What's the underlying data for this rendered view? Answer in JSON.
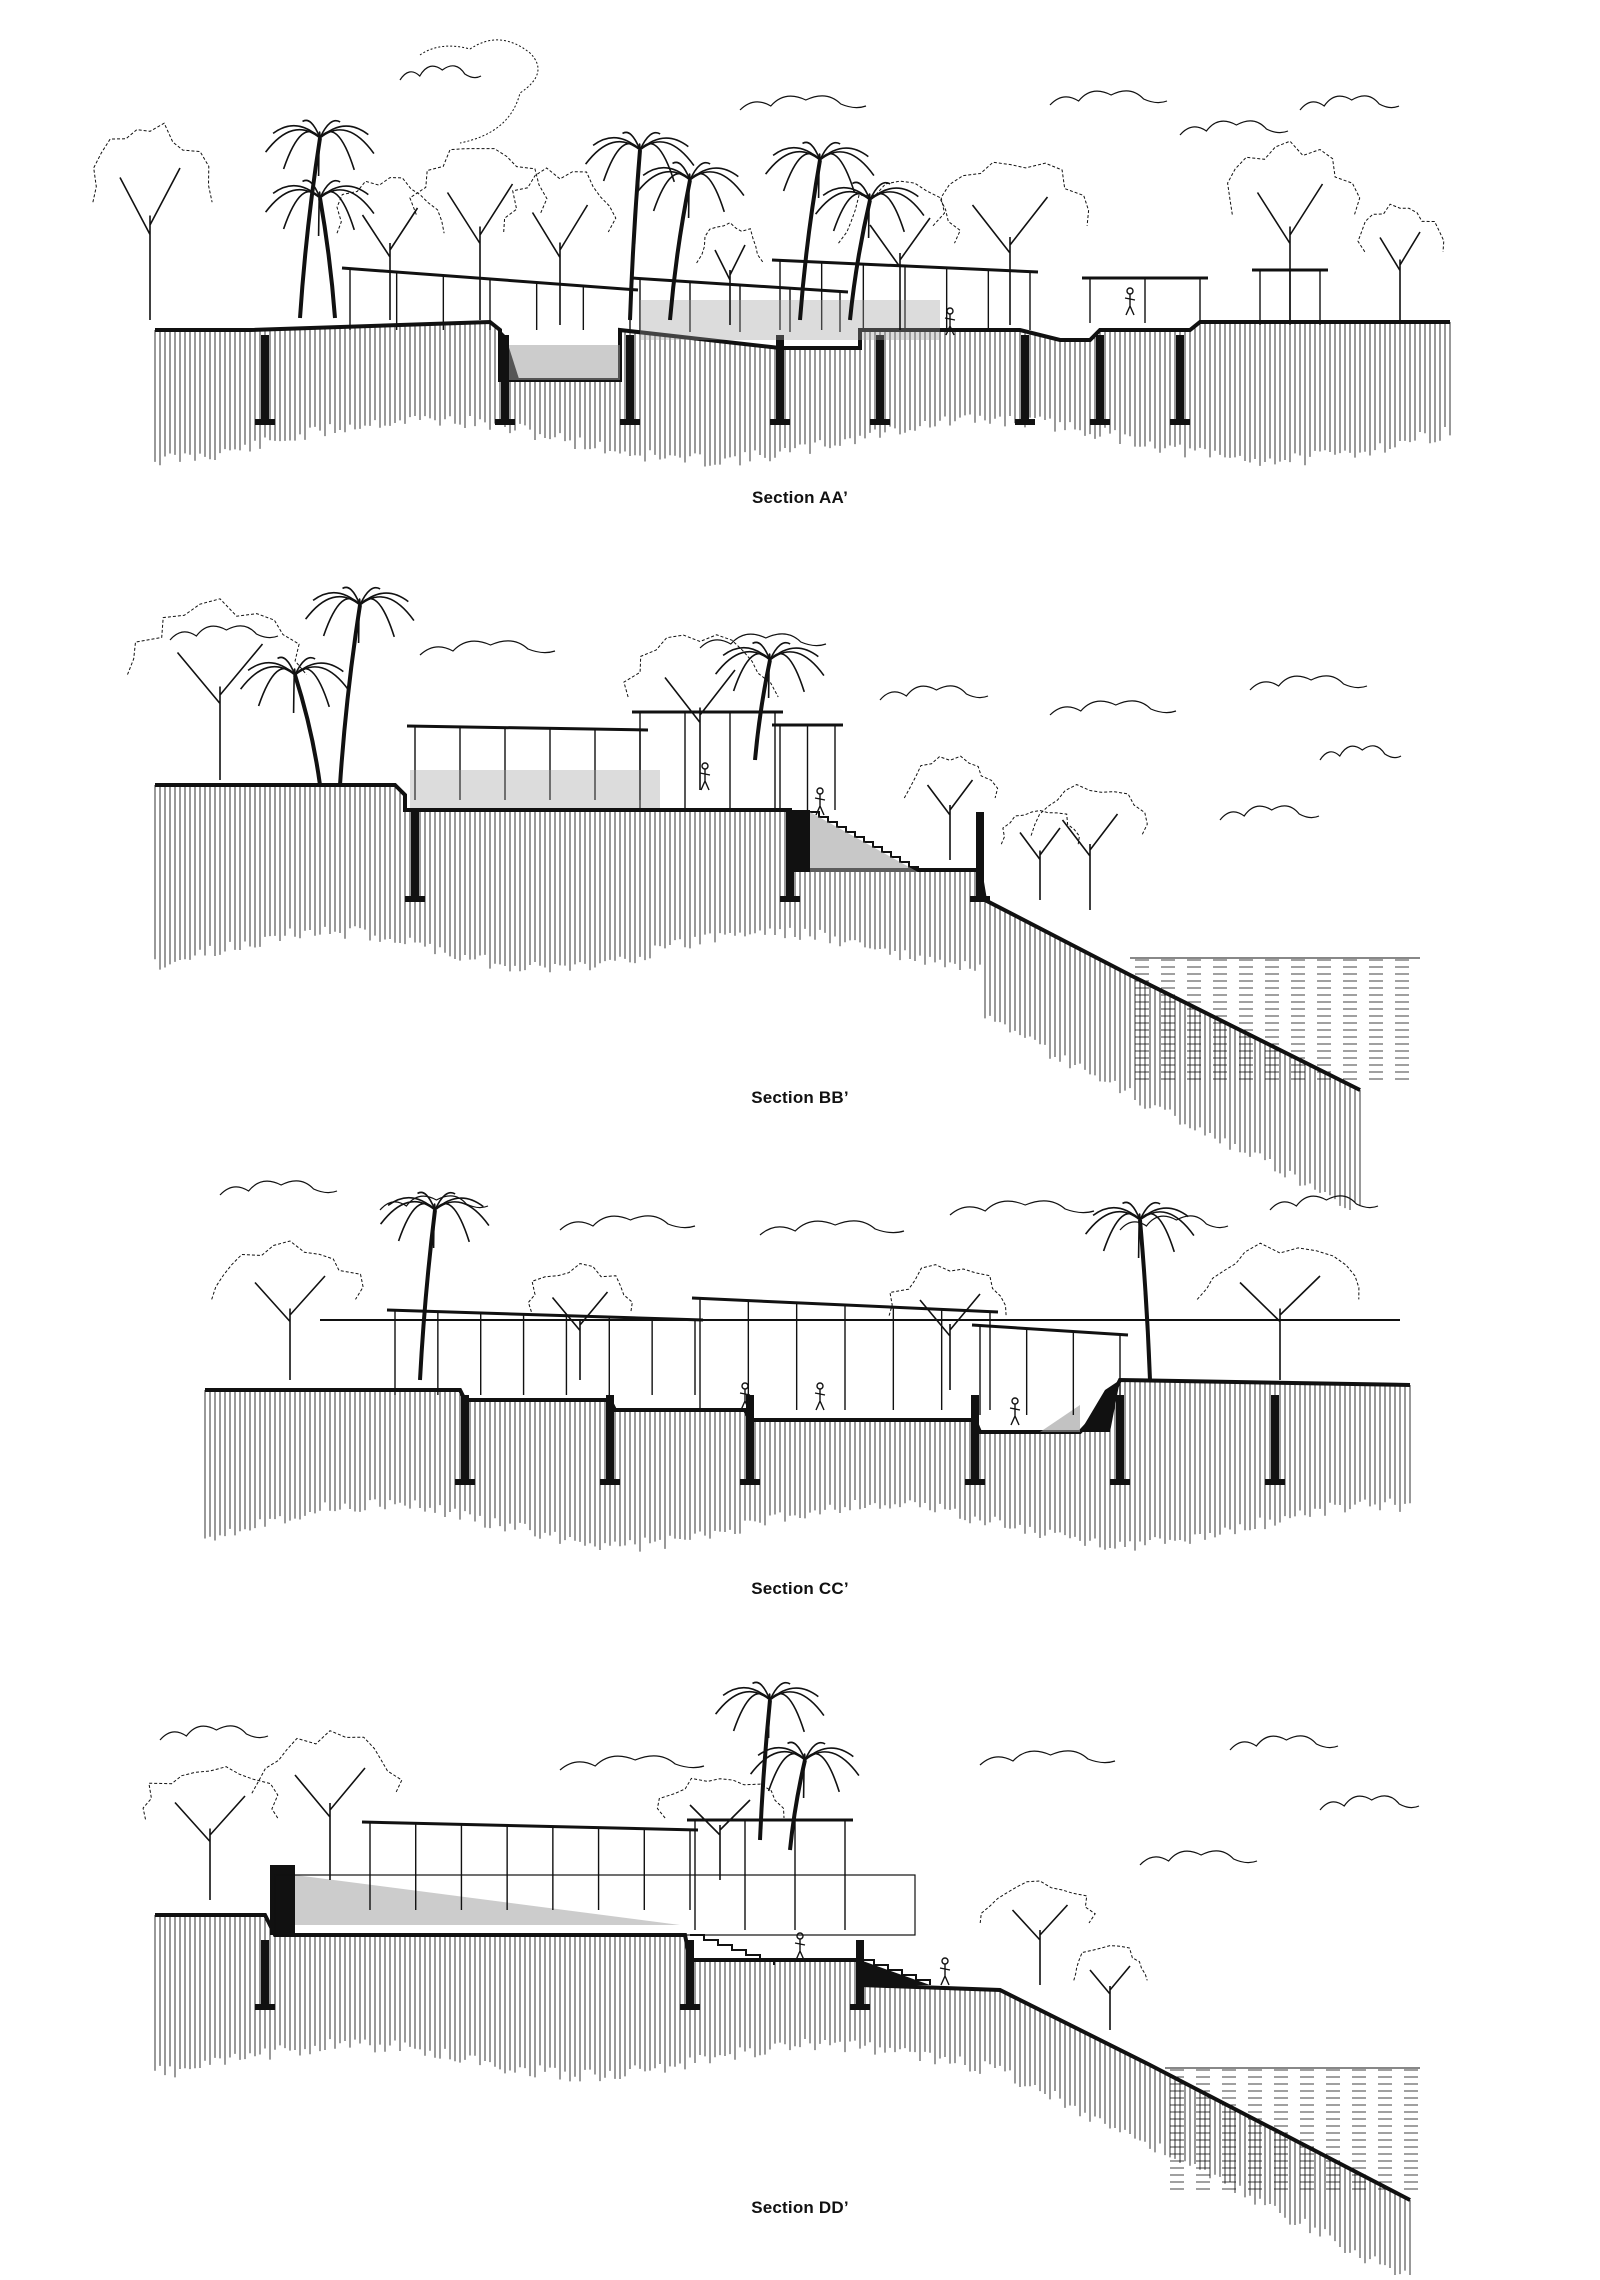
{
  "sections": [
    {
      "id": "aa",
      "label": "Section AA’",
      "has_water": false,
      "ground": "flat"
    },
    {
      "id": "bb",
      "label": "Section BB’",
      "has_water": true,
      "ground": "slope"
    },
    {
      "id": "cc",
      "label": "Section CC’",
      "has_water": false,
      "ground": "flat"
    },
    {
      "id": "dd",
      "label": "Section DD’",
      "has_water": true,
      "ground": "slope"
    }
  ],
  "colors": {
    "ink": "#111111",
    "hatch": "#333333",
    "paper": "#ffffff",
    "shade": "#9a9a9a"
  },
  "icons": [
    "palm-tree-icon",
    "tree-icon",
    "cloud-icon",
    "person-icon",
    "water-icon"
  ]
}
